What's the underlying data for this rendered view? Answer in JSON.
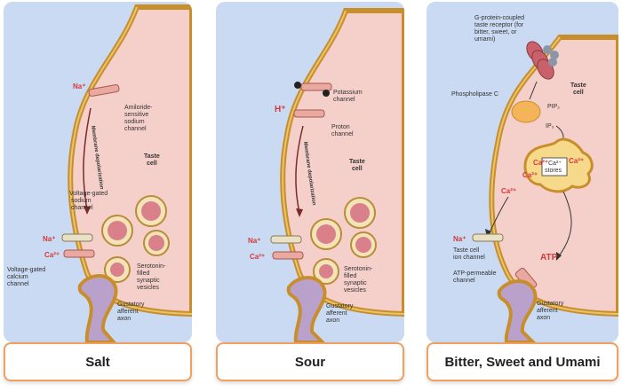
{
  "panels": [
    {
      "caption": "Salt",
      "labels": {
        "na_ion": "Na⁺",
        "amiloride_channel": [
          "Amiloride-",
          "sensitive",
          "sodium",
          "channel"
        ],
        "membrane_depolarization": "Membrane depolarization",
        "taste_cell": [
          "Taste",
          "cell"
        ],
        "voltage_sodium": [
          "Voltage-gated",
          "sodium",
          "channel"
        ],
        "na_ion2": "Na⁺",
        "ca_ion": "Ca²⁺",
        "voltage_calcium": [
          "Voltage-gated",
          "calcium",
          "channel"
        ],
        "serotonin": [
          "Serotonin-",
          "filled",
          "synaptic",
          "vesicles"
        ],
        "gustatory": [
          "Gustatory",
          "afferent",
          "axon"
        ]
      }
    },
    {
      "caption": "Sour",
      "labels": {
        "h_ion": "H⁺",
        "potassium_channel": [
          "Potassium",
          "channel"
        ],
        "proton_channel": [
          "Proton",
          "channel"
        ],
        "membrane_depolarization": "Membrane depolarization",
        "taste_cell": [
          "Taste",
          "cell"
        ],
        "na_ion": "Na⁺",
        "ca_ion": "Ca²⁺",
        "serotonin": [
          "Serotonin-",
          "filled",
          "synaptic",
          "vesicles"
        ],
        "gustatory": [
          "Gustatory",
          "afferent",
          "axon"
        ]
      }
    },
    {
      "caption": "Bitter, Sweet and Umami",
      "labels": {
        "gpcr": [
          "G-protein-coupled",
          "taste receptor (for",
          "bitter, sweet, or",
          "umami)"
        ],
        "taste_cell": [
          "Taste",
          "cell"
        ],
        "phospholipase": "Phospholipase C",
        "pip2": "PIP₂",
        "ip3": "IP₃",
        "ca_stores": [
          "Ca²⁺",
          "stores"
        ],
        "ca_ion_a": "Ca²⁺",
        "ca_ion_b": "Ca²⁺",
        "ca_ion_c": "Ca²⁺",
        "ca_ion_d": "Ca²⁺",
        "na_ion": "Na⁺",
        "taste_cell_ion_channel": [
          "Taste cell",
          "ion channel"
        ],
        "atp": "ATP",
        "atp_channel": [
          "ATP-permeable",
          "channel"
        ],
        "gustatory": [
          "Gustatory",
          "afferent",
          "axon"
        ]
      }
    }
  ],
  "colors": {
    "background": "#c9daf2",
    "cell_fill": "#f5cfc9",
    "membrane_outer": "#c98e2c",
    "membrane_inner": "#e8c46b",
    "caption_border": "#f0a060",
    "ion_red": "#d23a3a",
    "axon_purple": "#b9a1cc"
  }
}
